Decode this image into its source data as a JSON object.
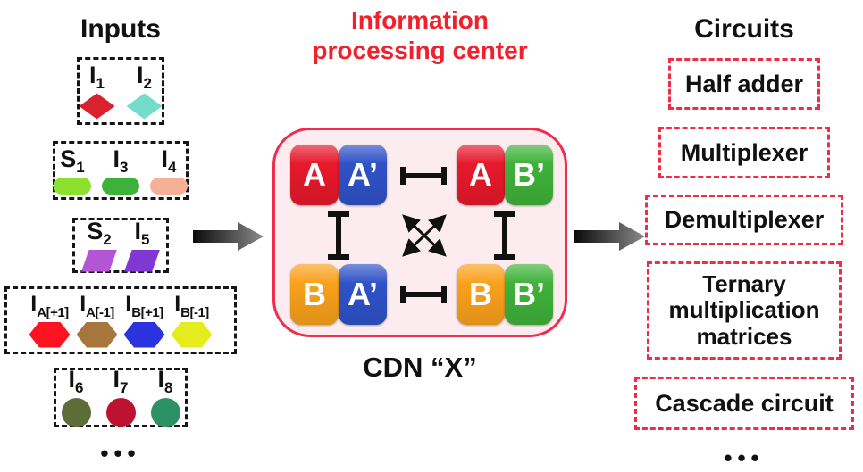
{
  "inputs": {
    "title": "Inputs",
    "ellipsis": "•••",
    "boxes": [
      {
        "items": [
          {
            "main": "I",
            "sub": "1",
            "shape": "diamond",
            "color": "#d8232f"
          },
          {
            "main": "I",
            "sub": "2",
            "shape": "diamond",
            "color": "#74dcca"
          }
        ]
      },
      {
        "items": [
          {
            "main": "S",
            "sub": "1",
            "shape": "pill",
            "color": "#8ce12f"
          },
          {
            "main": "I",
            "sub": "3",
            "shape": "pill",
            "color": "#3cb23a"
          },
          {
            "main": "I",
            "sub": "4",
            "shape": "pill",
            "color": "#f5b196"
          }
        ]
      },
      {
        "items": [
          {
            "main": "S",
            "sub": "2",
            "shape": "parallelogram",
            "color": "#b455d6"
          },
          {
            "main": "I",
            "sub": "5",
            "shape": "parallelogram",
            "color": "#8138d2"
          }
        ]
      },
      {
        "items": [
          {
            "main": "I",
            "sub": "A[+1]",
            "shape": "hexagon",
            "color": "#fd1420"
          },
          {
            "main": "I",
            "sub": "A[-1]",
            "shape": "hexagon",
            "color": "#a6763c"
          },
          {
            "main": "I",
            "sub": "B[+1]",
            "shape": "hexagon",
            "color": "#2a33dd"
          },
          {
            "main": "I",
            "sub": "B[-1]",
            "shape": "hexagon",
            "color": "#e4ec1e"
          }
        ]
      },
      {
        "items": [
          {
            "main": "I",
            "sub": "6",
            "shape": "circle",
            "color": "#5c6d38"
          },
          {
            "main": "I",
            "sub": "7",
            "shape": "circle",
            "color": "#bd1330"
          },
          {
            "main": "I",
            "sub": "8",
            "shape": "circle",
            "color": "#2c9165"
          }
        ]
      }
    ]
  },
  "center": {
    "title_line1": "Information",
    "title_line2": "processing center",
    "title_color": "#f2202a",
    "label": "CDN “X”",
    "box_bg": "#fdecef",
    "box_border": "#ee2d4f",
    "tiles": {
      "top_left": [
        {
          "text": "A",
          "color": "#e6192b"
        },
        {
          "text": "A’",
          "color": "#2f52c8"
        }
      ],
      "top_right": [
        {
          "text": "A",
          "color": "#e6192b"
        },
        {
          "text": "B’",
          "color": "#3fb23a"
        }
      ],
      "bottom_left": [
        {
          "text": "B",
          "color": "#f9a11b"
        },
        {
          "text": "A’",
          "color": "#2f52c8"
        }
      ],
      "bottom_right": [
        {
          "text": "B",
          "color": "#f9a11b"
        },
        {
          "text": "B’",
          "color": "#3fb23a"
        }
      ]
    }
  },
  "circuits": {
    "title": "Circuits",
    "border_color": "#f02c46",
    "ellipsis": "•••",
    "items": [
      "Half adder",
      "Multiplexer",
      "Demultiplexer",
      "Ternary multiplication matrices",
      "Cascade circuit"
    ]
  }
}
